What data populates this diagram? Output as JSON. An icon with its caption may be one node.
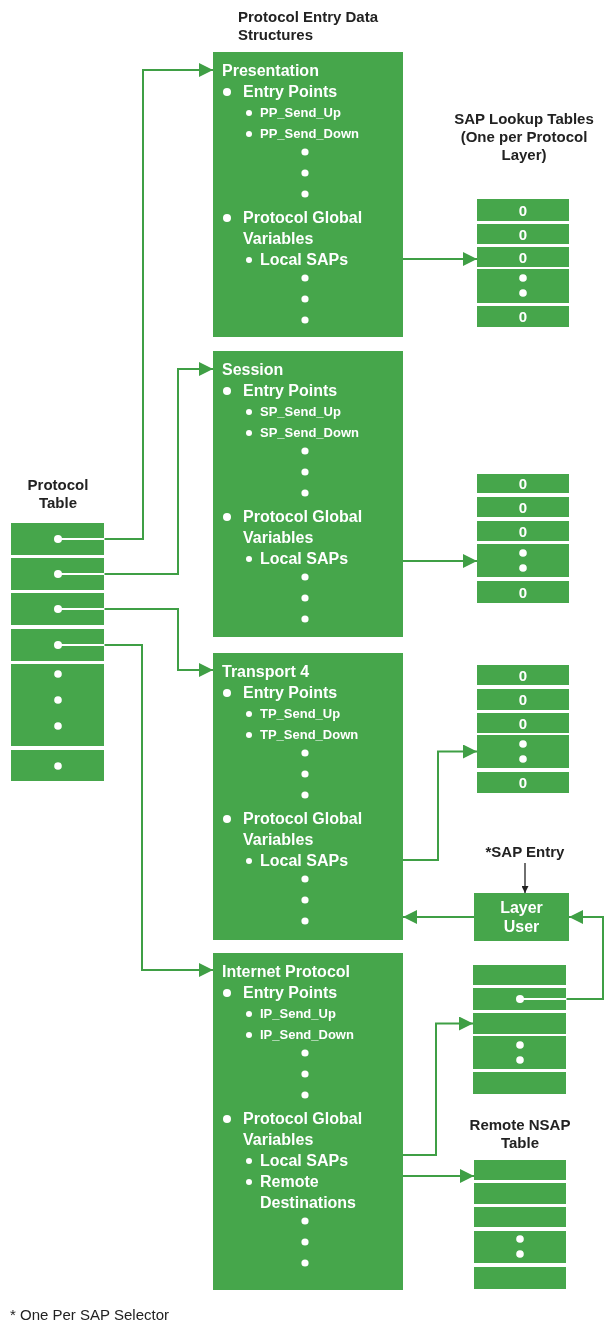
{
  "diagram": {
    "nodes": [
      {
        "text": [
          "Protocol Table"
        ]
      },
      {
        "text": [],
        "shape": "box",
        "in": 0
      },
      {
        "text": [],
        "shape": "box",
        "in": 0
      },
      {
        "text": [],
        "shape": "box",
        "in": 0
      },
      {
        "text": [],
        "shape": "box",
        "in": 0
      },
      {
        "text": [],
        "shape": "box",
        "in": 0
      },
      {
        "text": [],
        "shape": "box",
        "in": 0
      },
      {
        "text": [
          "Presentation",
          "Entry Points",
          "PP_Send_Up",
          "PP_Send_Down",
          "Protocol Global Variables",
          "Local SAPs"
        ]
      },
      {
        "text": [
          "Session",
          "Entry Points",
          "SP_Send_Up",
          "SP_Send_Down",
          "Protocol Global Variables",
          "Local SAPs"
        ]
      },
      {
        "text": [
          "Transport 4",
          "Entry Points",
          "TP_Send_Up",
          "TP_Send_Down",
          "Protocol Global Variables",
          "Local SAPs"
        ]
      },
      {
        "text": [
          "Internet Protocol",
          "Entry Points",
          "IP_Send_Up",
          "IP_Send_Down",
          "Protocol Global Variables",
          "Local SAPs",
          "Remote Destinations"
        ]
      },
      {
        "text": [
          "SAP Lookup Tables (One per Protocol Layer)"
        ]
      },
      {
        "text": [
          "0"
        ],
        "in": 11
      },
      {
        "text": [
          "0"
        ],
        "in": 11
      },
      {
        "text": [
          "0"
        ],
        "in": 11
      },
      {
        "text": [],
        "shape": "box",
        "in": 11
      },
      {
        "text": [
          "0"
        ],
        "in": 11
      },
      {
        "text": [
          "0"
        ]
      },
      {
        "text": [
          "0"
        ]
      },
      {
        "text": [
          "0"
        ]
      },
      {
        "text": [],
        "shape": "box"
      },
      {
        "text": [
          "0"
        ]
      },
      {
        "text": [
          "0"
        ]
      },
      {
        "text": [
          "0"
        ]
      },
      {
        "text": [
          "0"
        ]
      },
      {
        "text": [],
        "shape": "box"
      },
      {
        "text": [
          "0"
        ]
      },
      {
        "text": [
          "*SAP Entry"
        ]
      },
      {
        "text": [
          "Layer User"
        ]
      },
      {
        "text": [],
        "shape": "box"
      },
      {
        "text": [],
        "shape": "box"
      },
      {
        "text": [],
        "shape": "box"
      },
      {
        "text": [],
        "shape": "box"
      },
      {
        "text": [],
        "shape": "box"
      },
      {
        "text": [
          "Remote NSAP Table"
        ]
      },
      {
        "text": [],
        "shape": "box",
        "in": 34
      },
      {
        "text": [],
        "shape": "box",
        "in": 34
      },
      {
        "text": [],
        "shape": "box",
        "in": 34
      },
      {
        "text": [],
        "shape": "box",
        "in": 34
      },
      {
        "text": [],
        "shape": "box",
        "in": 34
      }
    ],
    "edges": [
      {
        "from": 1,
        "to": 7,
        "arrow": "to"
      },
      {
        "from": 2,
        "to": 8,
        "arrow": "to"
      },
      {
        "from": 3,
        "to": 9,
        "arrow": "to"
      },
      {
        "from": 4,
        "to": 10,
        "arrow": "to"
      },
      {
        "from": 7,
        "to": 14,
        "arrow": "to"
      },
      {
        "from": 8,
        "to": 20,
        "arrow": "to"
      },
      {
        "from": 9,
        "to": 25,
        "arrow": "to"
      },
      {
        "from": 27,
        "to": 28,
        "arrow": "to",
        "color": "#222222"
      },
      {
        "from": 28,
        "to": 9,
        "arrow": "to"
      },
      {
        "from": 30,
        "to": 28,
        "arrow": "to"
      },
      {
        "from": 10,
        "to": 31,
        "arrow": "to"
      },
      {
        "from": 10,
        "to": 35,
        "arrow": "to"
      }
    ],
    "labels": [
      "Protocol Entry Data Structures",
      "* One Per SAP Selector"
    ]
  }
}
